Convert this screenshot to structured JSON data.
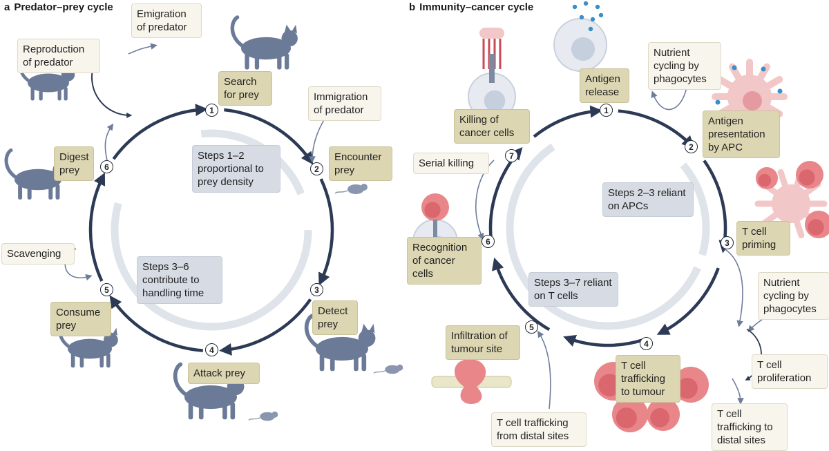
{
  "panel_a": {
    "letter": "a",
    "title": "Predator–prey cycle",
    "steps": [
      "1",
      "2",
      "3",
      "4",
      "5",
      "6"
    ],
    "labels": {
      "search": "Search for prey",
      "encounter": "Encounter prey",
      "detect": "Detect prey",
      "attack": "Attack prey",
      "consume": "Consume prey",
      "digest": "Digest prey",
      "emigration": "Emigration of predator",
      "reproduction": "Reproduction of predator",
      "immigration": "Immigration of predator",
      "scavenging": "Scavenging",
      "steps_1_2": "Steps 1–2 proportional to prey density",
      "steps_3_6": "Steps 3–6 contribute to handling time"
    }
  },
  "panel_b": {
    "letter": "b",
    "title": "Immunity–cancer cycle",
    "steps": [
      "1",
      "2",
      "3",
      "4",
      "5",
      "6",
      "7"
    ],
    "labels": {
      "antigen_release": "Antigen release",
      "antigen_presentation": "Antigen presentation by APC",
      "t_cell_priming": "T cell priming",
      "t_cell_trafficking_tumour": "T cell trafficking to tumour",
      "infiltration": "Infiltration of tumour site",
      "recognition": "Recognition of cancer cells",
      "killing": "Killing of cancer cells",
      "nutrient_top": "Nutrient cycling by phagocytes",
      "nutrient_right": "Nutrient cycling by phagocytes",
      "serial_killing": "Serial killing",
      "t_cell_proliferation": "T cell proliferation",
      "t_cell_trafficking_distal_to": "T cell trafficking to distal sites",
      "t_cell_trafficking_distal_from": "T cell trafficking from distal sites",
      "steps_2_3": "Steps 2–3 reliant on APCs",
      "steps_3_7": "Steps 3–7 reliant on T cells"
    }
  },
  "colors": {
    "cycle_arrow": "#2c3a55",
    "side_arrow": "#6d7d99",
    "inner_arc": "#dfe3ea",
    "silhouette": "#6b7a97",
    "cell_pink": "#e8868a",
    "cell_light": "#f2c7c7",
    "olive_box": "#dcd6b2",
    "cream_box": "#f8f5ec",
    "blue_box": "#d6dbe4"
  },
  "icons": [
    "cat-silhouette-icon",
    "mouse-silhouette-icon",
    "cancer-cell-icon",
    "t-cell-icon",
    "apc-cell-icon",
    "antigen-icon"
  ]
}
